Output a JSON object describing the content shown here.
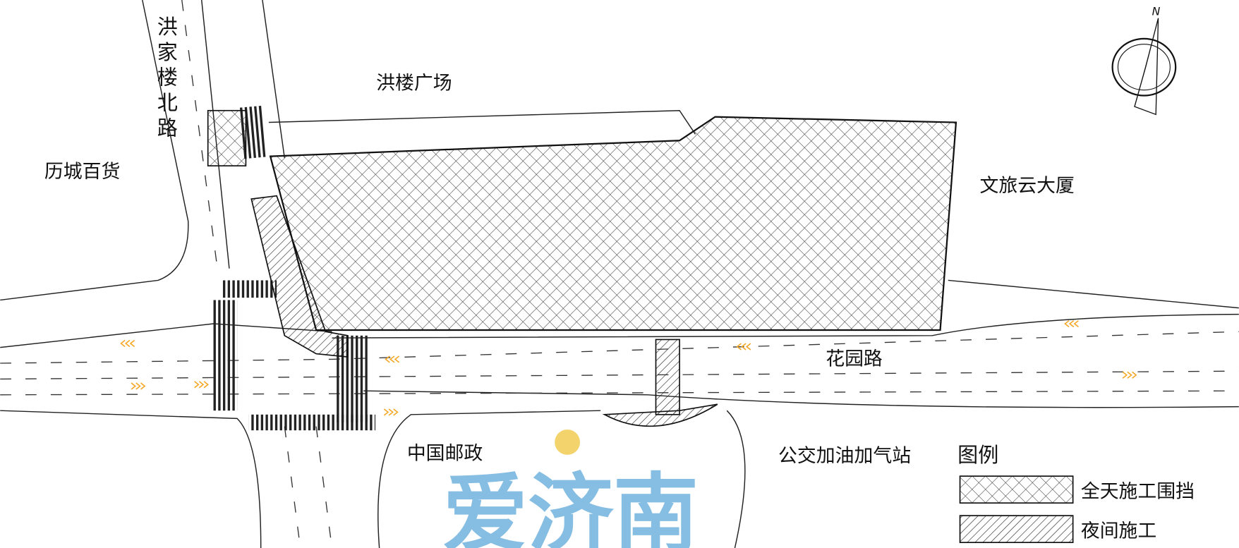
{
  "labels": {
    "north_road": "洪家楼北路",
    "plaza": "洪楼广场",
    "department_store": "历城百货",
    "tower": "文旅云大厦",
    "main_road": "花园路",
    "post_office": "中国邮政",
    "gas_station": "公交加油加气站"
  },
  "compass": {
    "north_letter": "N"
  },
  "legend": {
    "title": "图例",
    "items": [
      {
        "label": "全天施工围挡",
        "pattern": "crosshatch"
      },
      {
        "label": "夜间施工",
        "pattern": "diagonal"
      }
    ]
  },
  "watermark": "爱济南",
  "colors": {
    "bus_lane_marks": "#f5a623",
    "watermark_blue": "#7ab8e0",
    "watermark_dot": "#f3d36b",
    "line": "#222222"
  }
}
